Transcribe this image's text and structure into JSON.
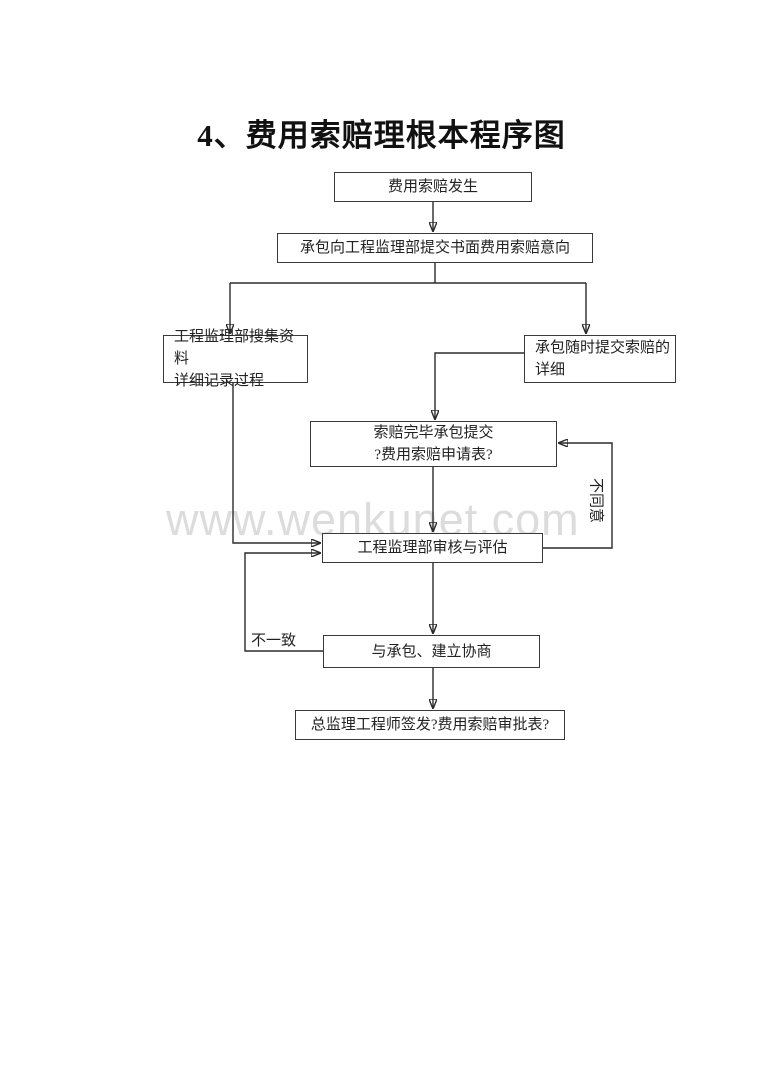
{
  "page": {
    "title": "4、费用索赔理根本程序图"
  },
  "watermark": "www.wenkunet.com",
  "diagram": {
    "type": "flowchart",
    "nodes": {
      "start": {
        "label": "费用索赔发生"
      },
      "intent": {
        "label": "承包向工程监理部提交书面费用索赔意向"
      },
      "collect": {
        "line1": "工程监理部搜集资料",
        "line2": "详细记录过程"
      },
      "submit_detail": {
        "line1": "承包随时提交索赔的",
        "line2": "详细"
      },
      "apply": {
        "line1": "索赔完毕承包提交",
        "line2": "?费用索赔申请表?"
      },
      "review": {
        "label": "工程监理部审核与评估"
      },
      "negotiate": {
        "label": "与承包、建立协商"
      },
      "final": {
        "label": "总监理工程师签发?费用索赔审批表?"
      }
    },
    "edge_labels": {
      "disagree": "不同意",
      "not_consistent": "不一致"
    },
    "colors": {
      "line": "#2b2b2b",
      "box_border": "#3a3a3a",
      "text": "#222222",
      "watermark": "#dcdcdc",
      "background": "#ffffff"
    }
  }
}
